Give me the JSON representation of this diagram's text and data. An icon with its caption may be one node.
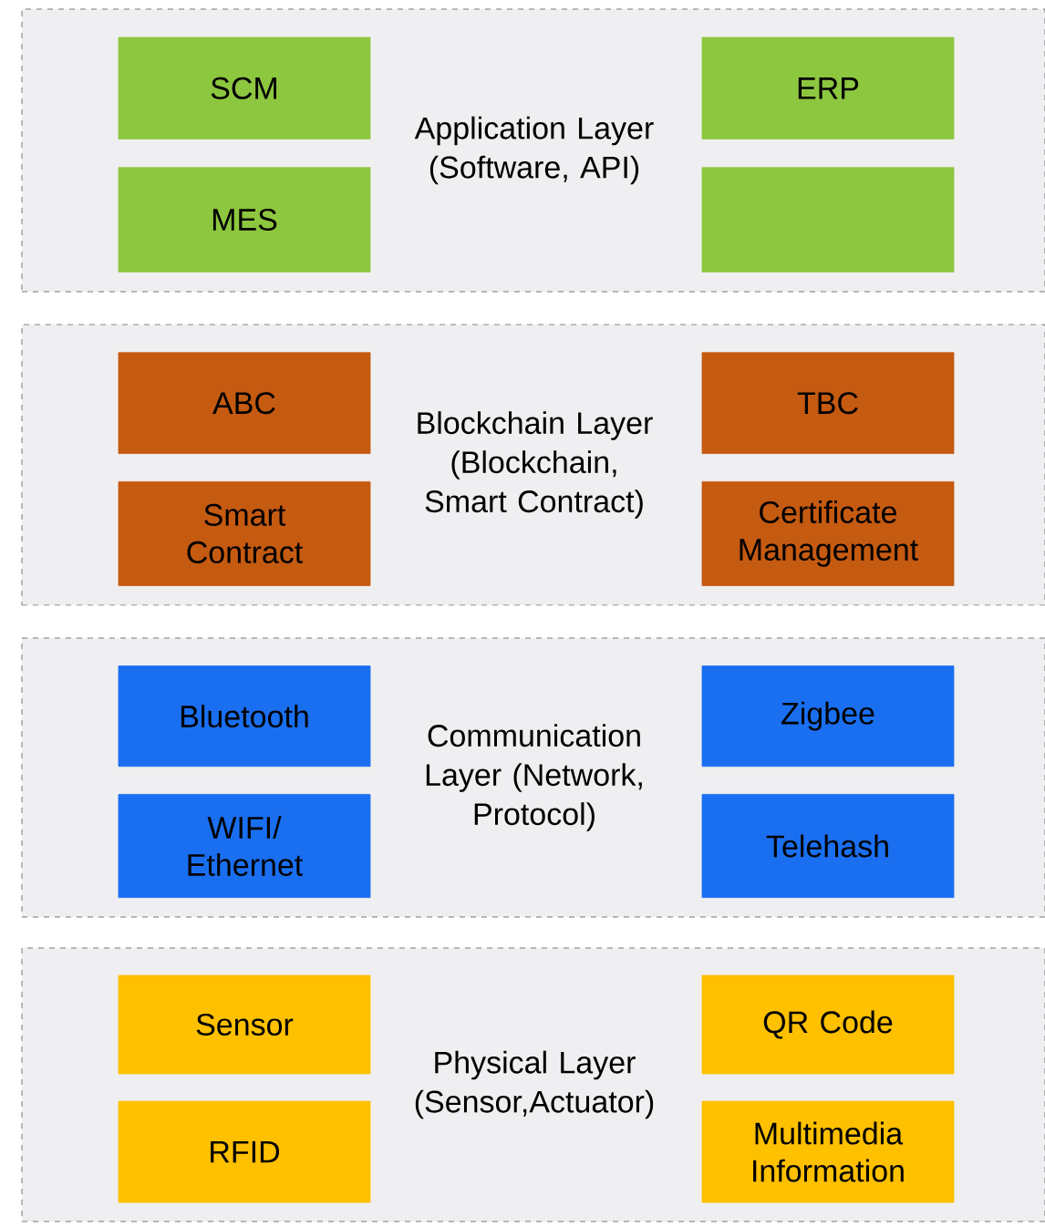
{
  "diagram": {
    "nodes": [
      {
        "text": [
          "Application Layer (Software, API)"
        ]
      },
      {
        "text": [
          "SCM"
        ],
        "in": 0
      },
      {
        "text": [
          "ERP"
        ],
        "in": 0
      },
      {
        "text": [
          "MES"
        ],
        "in": 0
      },
      {
        "text": [],
        "shape": "box",
        "in": 0
      },
      {
        "text": [
          "Blockchain Layer (Blockchain, Smart Contract)"
        ]
      },
      {
        "text": [
          "ABC"
        ],
        "in": 5
      },
      {
        "text": [
          "TBC"
        ],
        "in": 5
      },
      {
        "text": [
          "Smart Contract"
        ],
        "in": 5
      },
      {
        "text": [
          "Certificate Management"
        ],
        "in": 5
      },
      {
        "text": [
          "Communication Layer (Network, Protocol)"
        ]
      },
      {
        "text": [
          "Bluetooth"
        ],
        "in": 10
      },
      {
        "text": [
          "Zigbee"
        ],
        "in": 10
      },
      {
        "text": [
          "WIFI/ Ethernet"
        ],
        "in": 10
      },
      {
        "text": [
          "Telehash"
        ],
        "in": 10
      },
      {
        "text": [
          "Physical Layer (Sensor,Actuator)"
        ]
      },
      {
        "text": [
          "Sensor"
        ],
        "in": 15
      },
      {
        "text": [
          "QR Code"
        ],
        "in": 15
      },
      {
        "text": [
          "RFID"
        ],
        "in": 15
      },
      {
        "text": [
          "Multimedia Information"
        ],
        "in": 15
      }
    ]
  }
}
